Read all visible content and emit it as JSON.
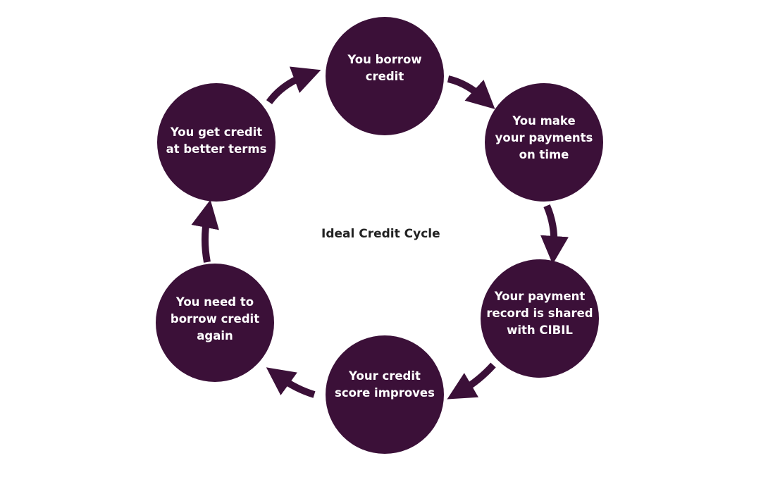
{
  "title": "Ideal Credit Cycle",
  "accent_color": "#3b1038",
  "steps": [
    {
      "label": "You borrow\ncredit"
    },
    {
      "label": "You make\nyour payments\non time"
    },
    {
      "label": "Your payment\nrecord is shared\nwith CIBIL"
    },
    {
      "label": "Your credit\nscore improves"
    },
    {
      "label": "You need to\nborrow credit\nagain"
    },
    {
      "label": "You get credit\nat better terms"
    }
  ]
}
